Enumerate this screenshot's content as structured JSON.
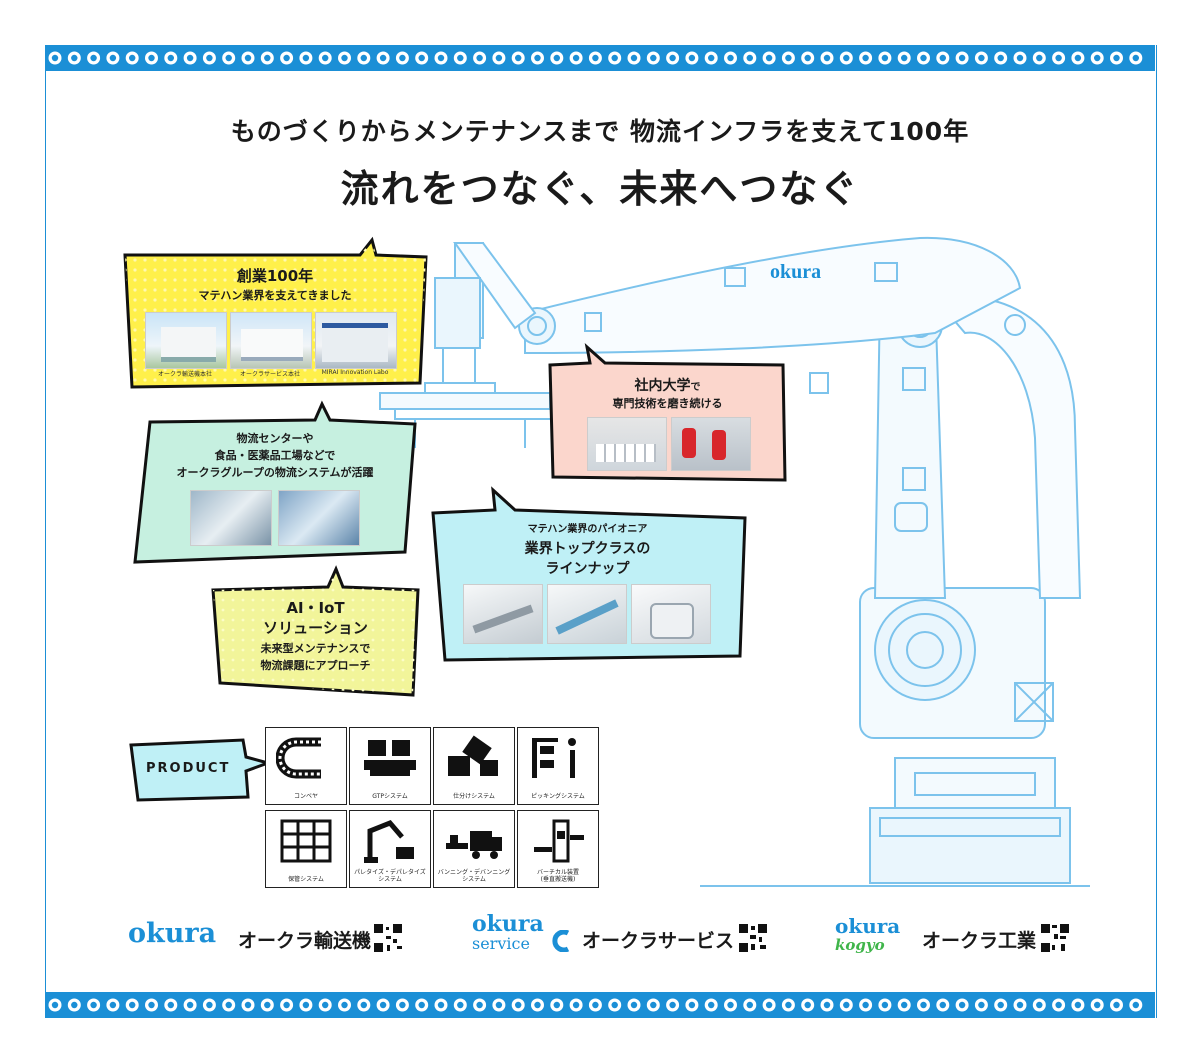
{
  "headline": {
    "sub": "ものづくりからメンテナンスまで 物流インフラを支えて100年",
    "main": "流れをつなぐ、未来へつなぐ"
  },
  "robot_logo": "okura",
  "bubbles": {
    "founding": {
      "title": "創業100年",
      "subtitle": "マテハン業界を支えてきました",
      "captions": [
        "オークラ輸送機本社",
        "オークラサービス本社",
        "MIRAI Innovation Labo"
      ]
    },
    "university": {
      "title_big": "社内大学",
      "title_small": "で",
      "subtitle": "専門技術を磨き続ける"
    },
    "logistics": {
      "lines": [
        "物流センターや",
        "食品・医薬品工場などで",
        "オークラグループの物流システムが活躍"
      ]
    },
    "pioneer": {
      "sub": "マテハン業界のパイオニア",
      "lines": [
        "業界トップクラスの",
        "ラインナップ"
      ]
    },
    "ai": {
      "lines": [
        "AI・IoT",
        "ソリューション"
      ],
      "sub_lines": [
        "未来型メンテナンスで",
        "物流課題にアプローチ"
      ]
    },
    "product": "PRODUCT"
  },
  "products": [
    {
      "label": "コンベヤ",
      "icon": "conveyor-icon"
    },
    {
      "label": "GTPシステム",
      "icon": "gtp-system-icon"
    },
    {
      "label": "仕分けシステム",
      "icon": "sorting-system-icon"
    },
    {
      "label": "ピッキングシステム",
      "icon": "picking-system-icon"
    },
    {
      "label": "保管システム",
      "icon": "storage-system-icon"
    },
    {
      "label1": "パレタイズ・デパレタイズ",
      "label2": "システム",
      "icon": "palletizing-icon"
    },
    {
      "label1": "バンニング・デバンニング",
      "label2": "システム",
      "icon": "vanning-icon"
    },
    {
      "label1": "バーチカル装置",
      "label2": "(垂直搬送機)",
      "icon": "vertical-conveyor-icon"
    }
  ],
  "companies": [
    {
      "logo": "okura",
      "name": "オークラ輸送機"
    },
    {
      "logo1": "okura",
      "logo2": "service",
      "name": "オークラサービス"
    },
    {
      "logo1": "okura",
      "logo2": "kogyo",
      "name": "オークラ工業"
    }
  ],
  "colors": {
    "brand_blue": "#1b8fd6",
    "robot_line": "#7cc3ec",
    "yellow": "#fff04a",
    "green": "#c6f0e0",
    "pink": "#fbd6cc",
    "cyan": "#bff0f6",
    "lime": "#f2f59a"
  }
}
